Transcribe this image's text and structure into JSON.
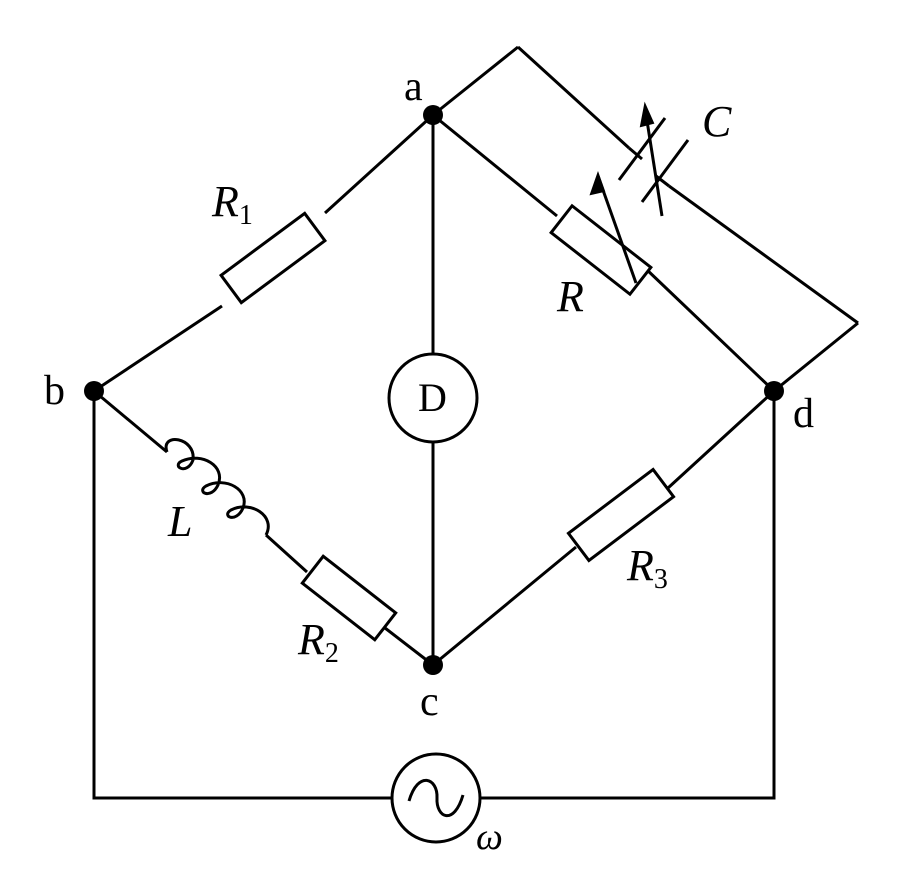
{
  "nodes": {
    "a": "a",
    "b": "b",
    "c": "c",
    "d": "d"
  },
  "components": {
    "R1": {
      "symbol": "R",
      "sub": "1"
    },
    "R2": {
      "symbol": "R",
      "sub": "2"
    },
    "R3": {
      "symbol": "R",
      "sub": "3"
    },
    "R": {
      "symbol": "R"
    },
    "L": {
      "symbol": "L"
    },
    "C": {
      "symbol": "C"
    },
    "detector": {
      "label": "D"
    },
    "source": {
      "label": "ω"
    }
  }
}
